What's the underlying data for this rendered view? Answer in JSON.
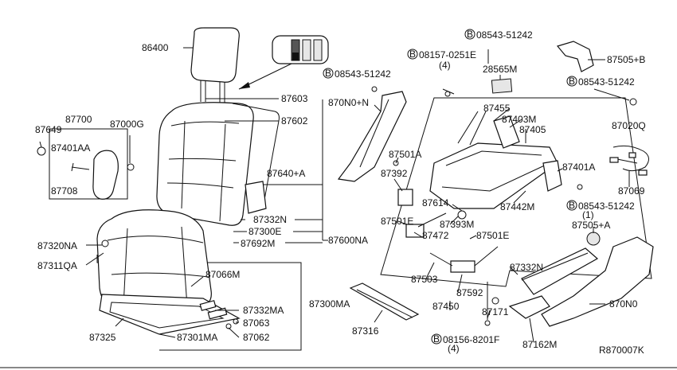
{
  "callouts": {
    "c86400": "86400",
    "c87603": "87603",
    "c87602": "87602",
    "c87640A": "87640+A",
    "c87332N_l": "87332N",
    "c87300E": "87300E",
    "c87692M": "87692M",
    "c87600NA": "87600NA",
    "c87700": "87700",
    "c87649": "87649",
    "c87000G": "87000G",
    "c87401AA": "87401AA",
    "c87708": "87708",
    "c87320NA": "87320NA",
    "c87311QA": "87311QA",
    "c87066M": "87066M",
    "c87332MA": "87332MA",
    "c87300MA": "87300MA",
    "c87063": "87063",
    "c87062": "87062",
    "c87325": "87325",
    "c87301MA": "87301MA",
    "c87316": "87316",
    "c870N0N": "870N0+N",
    "b08543_a": "08543-51242",
    "b08157": "08157-0251E",
    "b08157_qty": "(4)",
    "b08543_top": "08543-51242",
    "c28565M": "28565M",
    "c87505B": "87505+B",
    "b08543_r": "08543-51242",
    "c87455": "87455",
    "c87403M": "87403M",
    "c87405": "87405",
    "c87020Q": "87020Q",
    "c87501A": "87501A",
    "c87392": "87392",
    "c87401A": "87401A",
    "c87069": "87069",
    "c87614": "87614",
    "c87442M": "87442M",
    "c87501E_l": "87501E",
    "c87393M": "87393M",
    "c87472": "87472",
    "c87501E_r": "87501E",
    "b08543_br": "08543-51242",
    "b08543_br_qty": "(1)",
    "c87505A": "87505+A",
    "c87503": "87503",
    "c87332N_r": "87332N",
    "c87592": "87592",
    "c870N0": "870N0",
    "c87450": "87450",
    "c87171": "87171",
    "b08156": "08156-8201F",
    "b08156_qty": "(4)",
    "c87162M": "87162M",
    "ref": "R870007K",
    "bolt_symbol": "B"
  }
}
